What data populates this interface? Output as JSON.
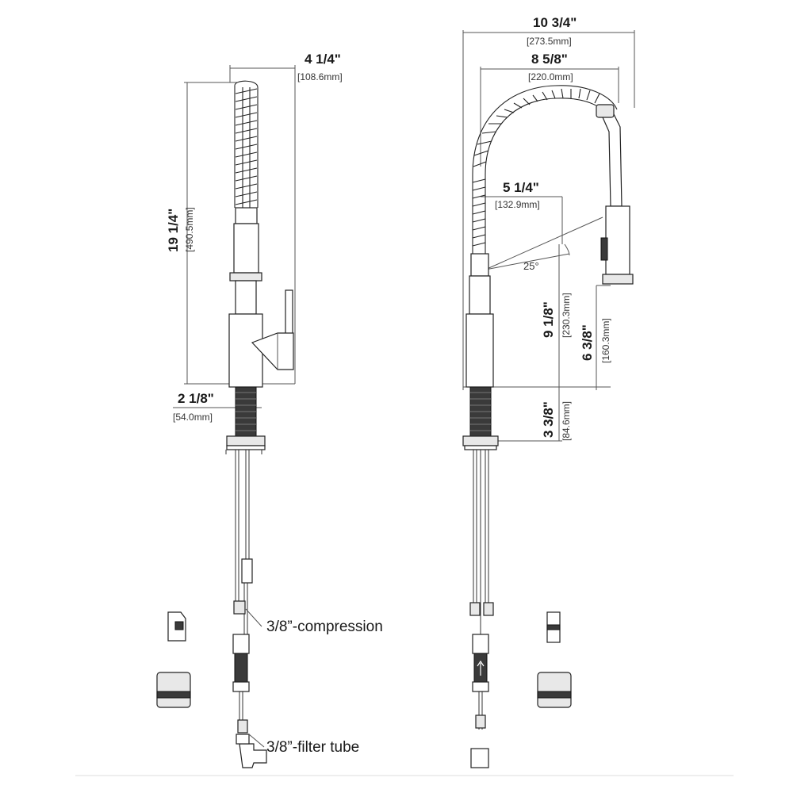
{
  "side_view": {
    "width_top": {
      "imperial": "4 1/4\"",
      "metric": "[108.6mm]"
    },
    "height_total": {
      "imperial": "19 1/4\"",
      "metric": "[490.5mm]"
    },
    "base_diameter": {
      "imperial": "2 1/8\"",
      "metric": "[54.0mm]"
    },
    "callout_compression": "3/8”-compression",
    "callout_filter": "3/8”-filter tube"
  },
  "front_view": {
    "reach_total": {
      "imperial": "10 3/4\"",
      "metric": "[273.5mm]"
    },
    "reach_spout": {
      "imperial": "8 5/8\"",
      "metric": "[220.0mm]"
    },
    "swing": {
      "imperial": "5 1/4\"",
      "metric": "[132.9mm]"
    },
    "spout_height": {
      "imperial": "9 1/8\"",
      "metric": "[230.3mm]"
    },
    "outlet_height": {
      "imperial": "6 3/8\"",
      "metric": "[160.3mm]"
    },
    "deck_thickness": {
      "imperial": "3 3/8\"",
      "metric": "[84.6mm]"
    },
    "angle": "25°"
  }
}
